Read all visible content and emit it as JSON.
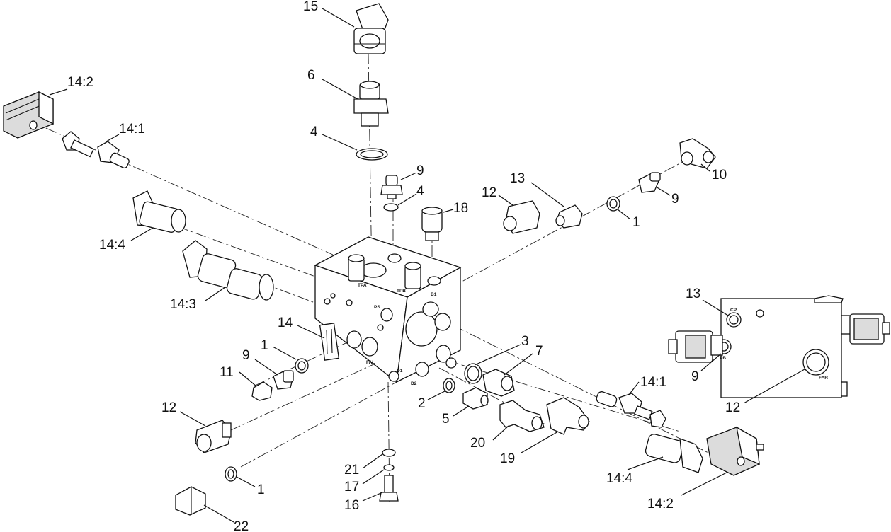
{
  "callouts": {
    "c15": "15",
    "c6": "6",
    "c4a": "4",
    "c14_2a": "14:2",
    "c14_1a": "14:1",
    "c9a": "9",
    "c4b": "4",
    "c12a": "12",
    "c13a": "13",
    "c18": "18",
    "c10": "10",
    "c9b": "9",
    "c1a": "1",
    "c14_4a": "14:4",
    "c14_3": "14:3",
    "c14": "14",
    "c1b": "1",
    "c9c": "9",
    "c11": "11",
    "c12b": "12",
    "c3": "3",
    "c7": "7",
    "c2": "2",
    "c5": "5",
    "c20": "20",
    "c19": "19",
    "c14_1b": "14:1",
    "c14_4b": "14:4",
    "c14_2b": "14:2",
    "c21": "21",
    "c17": "17",
    "c16": "16",
    "c1c": "1",
    "c22": "22",
    "c13b": "13",
    "c9d": "9",
    "c12c": "12"
  },
  "ports": {
    "ps": "PS",
    "fal": "FAL",
    "d1": "D1",
    "d2": "D2",
    "b1": "B1",
    "tpb": "TPB",
    "tpa": "TPA",
    "cp": "CP",
    "pb": "PB",
    "far": "FAR"
  }
}
